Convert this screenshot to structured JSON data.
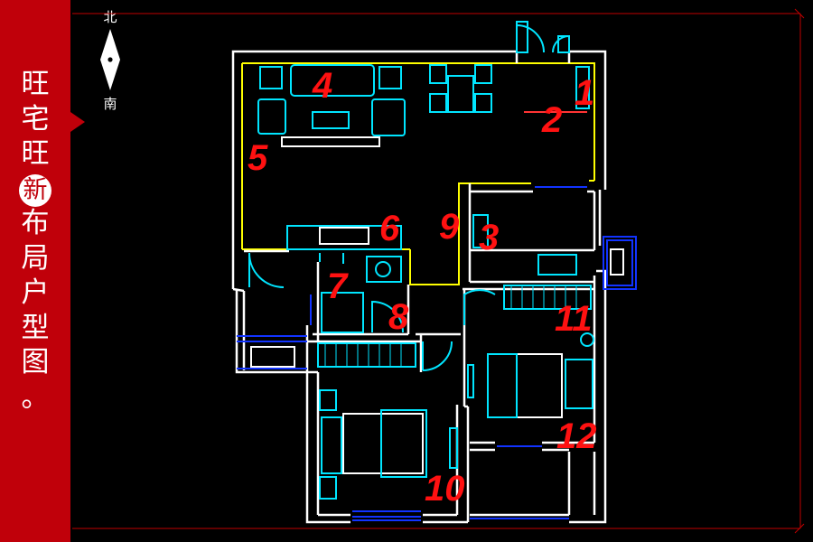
{
  "sidebar": {
    "title_chars": [
      "旺",
      "宅",
      "旺",
      "新",
      "布",
      "局",
      "户",
      "型",
      "图",
      "。"
    ],
    "highlight_char": "新",
    "bg_color": "#c0000a"
  },
  "compass": {
    "north": "北",
    "south": "南"
  },
  "colors": {
    "wall": "#ffffff",
    "furniture": "#00e5ff",
    "zone": "#ffff00",
    "window": "#1133ff",
    "label": "#ff1111",
    "frame": "#c00000"
  },
  "labels": [
    "1",
    "2",
    "3",
    "4",
    "5",
    "6",
    "7",
    "8",
    "9",
    "10",
    "11",
    "12"
  ]
}
